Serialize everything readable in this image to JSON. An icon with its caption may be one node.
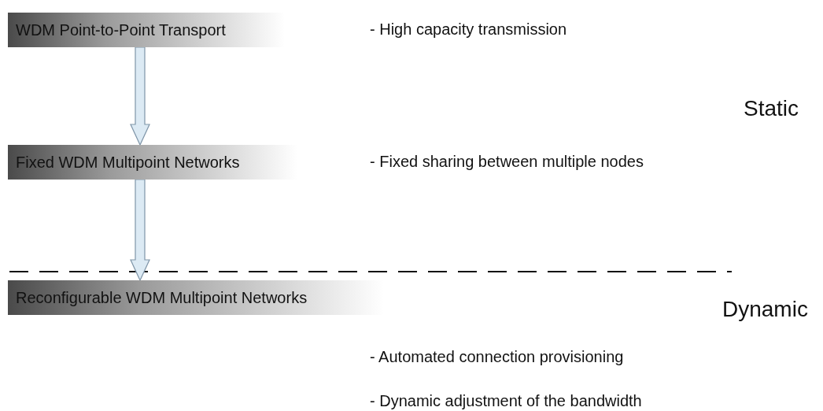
{
  "diagram": {
    "nodes": [
      {
        "text": [
          "WDM Point-to-Point Transport"
        ]
      },
      {
        "text": [
          "Fixed WDM Multipoint Networks"
        ]
      },
      {
        "text": [
          "Reconfigurable WDM Multipoint Networks"
        ]
      }
    ],
    "edges": [
      {
        "from": 0,
        "to": 1,
        "arrow": "to"
      },
      {
        "from": 1,
        "to": 2,
        "arrow": "to"
      }
    ],
    "labels": [
      "- High capacity transmission",
      "Static",
      "- Fixed sharing between multiple nodes",
      "Dynamic",
      "- Automated connection provisioning",
      "- Dynamic adjustment of the bandwidth"
    ]
  }
}
